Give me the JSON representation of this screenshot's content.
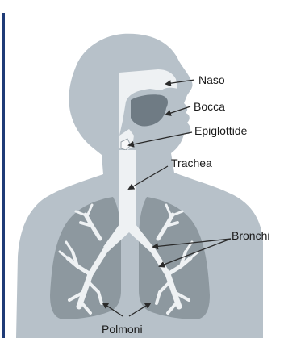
{
  "labels": {
    "naso": "Naso",
    "bocca": "Bocca",
    "epiglottide": "Epiglottide",
    "trachea": "Trachea",
    "bronchi": "Bronchi",
    "polmoni": "Polmoni"
  },
  "colors": {
    "accent_bar": "#1f3b77",
    "body_silhouette": "#b7c1c9",
    "lung_fill": "#8d989f",
    "airway_fill": "#eef1f3",
    "nasal_fill": "#eef1f3",
    "mouth_fill": "#6f7b84",
    "label_text": "#1a1a1a",
    "arrow": "#2a2a2a"
  }
}
